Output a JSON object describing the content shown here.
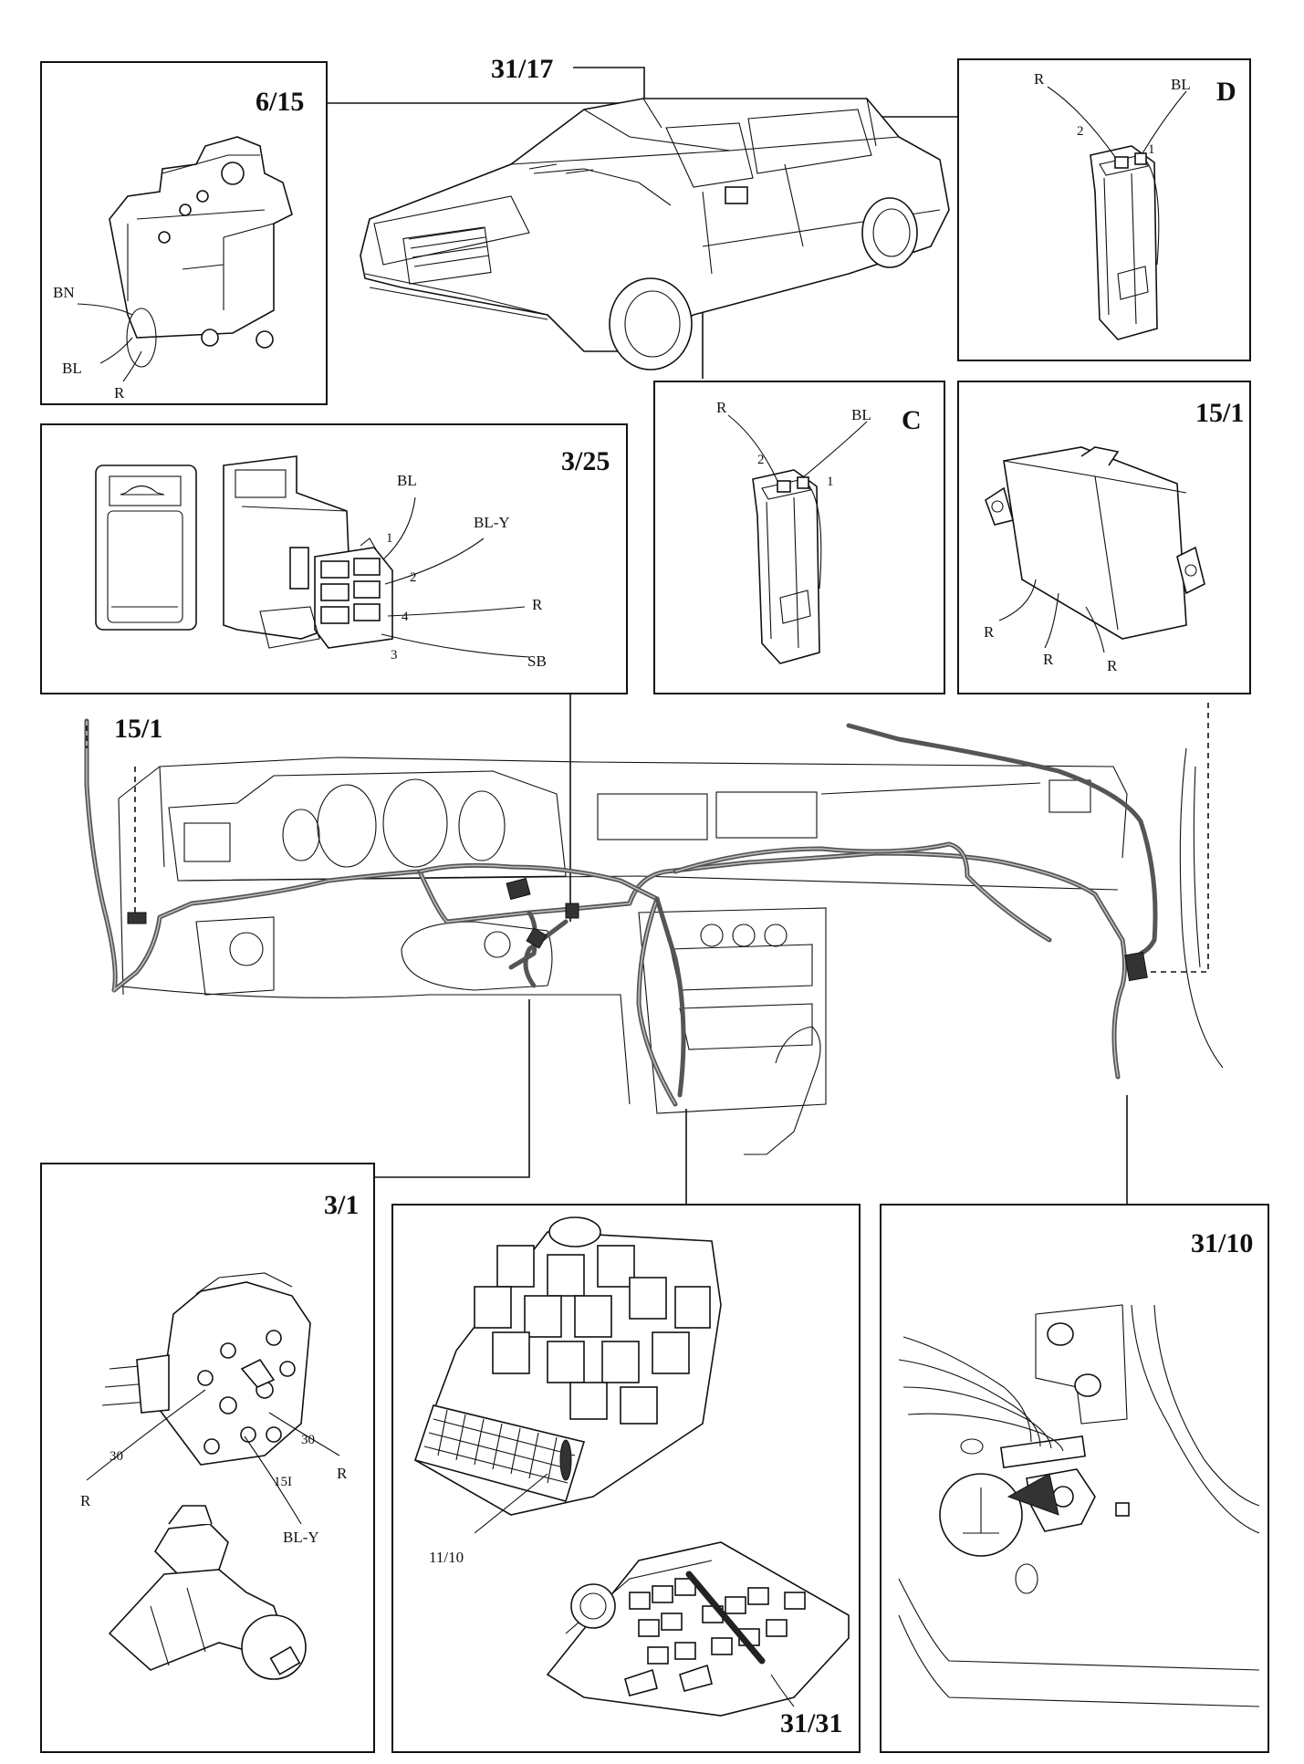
{
  "panels": {
    "p615": {
      "ref": "6/15",
      "wires": [
        "BN",
        "BL",
        "R"
      ]
    },
    "car": {
      "ref": "31/17"
    },
    "pD": {
      "ref": "D",
      "wires": [
        "R",
        "BL"
      ],
      "pins": [
        "2",
        "1"
      ]
    },
    "pC": {
      "ref": "C",
      "wires": [
        "R",
        "BL"
      ],
      "pins": [
        "2",
        "1"
      ]
    },
    "p151": {
      "ref": "15/1",
      "wires": [
        "R",
        "R",
        "R"
      ]
    },
    "p325": {
      "ref": "3/25",
      "wires": [
        "BL",
        "BL-Y",
        "R",
        "SB"
      ],
      "pins": [
        "1",
        "2",
        "4",
        "3"
      ]
    },
    "dash": {
      "ref": "15/1"
    },
    "p31": {
      "ref": "3/1",
      "wires": [
        "R",
        "R",
        "BL-Y"
      ],
      "pins": [
        "30",
        "30",
        "15I"
      ]
    },
    "p3131": {
      "ref": "31/31",
      "sub": "11/10"
    },
    "p3110": {
      "ref": "31/10"
    }
  }
}
